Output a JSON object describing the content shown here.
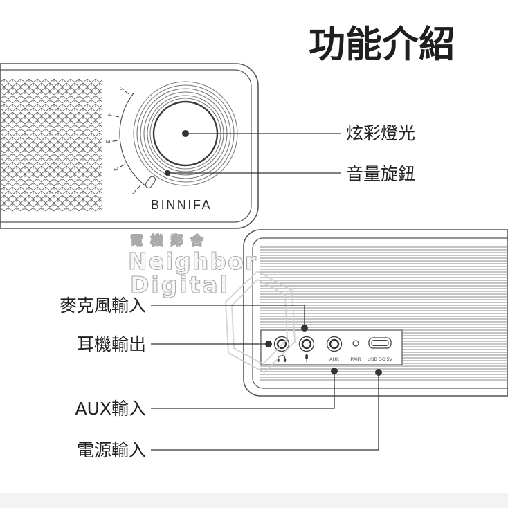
{
  "title": "功能介紹",
  "front_panel": {
    "brand": "BINNIFA",
    "knob_scale": [
      "1",
      "2",
      "3",
      "4",
      "5"
    ]
  },
  "callouts": {
    "lighting": "炫彩燈光",
    "volume_knob": "音量旋鈕",
    "mic_input": "麥克風輸入",
    "headphone_output": "耳機輸出",
    "aux_input": "AUX輸入",
    "power_input": "電源輸入"
  },
  "back_panel": {
    "ports": {
      "headphone": {
        "icon": "headphone-icon"
      },
      "mic": {
        "icon": "microphone-icon"
      },
      "aux": {
        "label": "AUX"
      },
      "pair": {
        "label": "PAIR"
      },
      "usb": {
        "label": "USB DC 5V"
      }
    }
  },
  "watermark": {
    "line1": "電機鄰舍",
    "line2": "Neighbor",
    "line3": "Digital"
  },
  "colors": {
    "line": "#333333",
    "outline": "#555555",
    "stripe": "#8a8a8a",
    "background": "#ffffff"
  }
}
